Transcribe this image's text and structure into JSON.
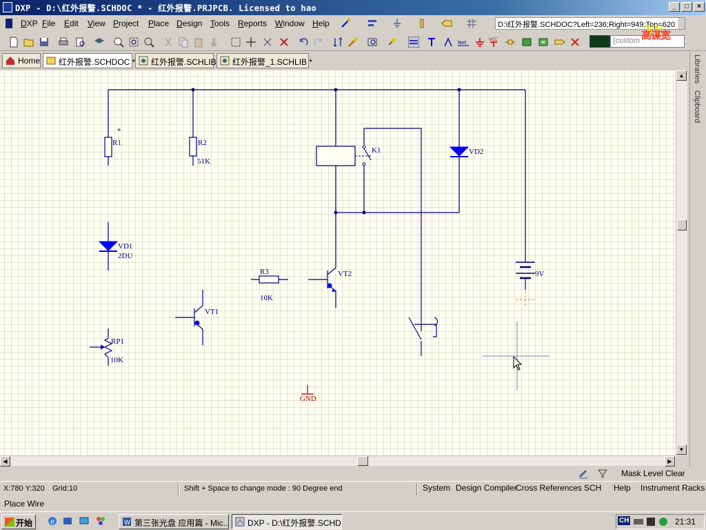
{
  "window": {
    "title": "DXP - D:\\红外报警.SCHDOC * - 红外报警.PRJPCB. Licensed to hao",
    "minimize": "_",
    "maximize": "□",
    "close": "×"
  },
  "menu": {
    "items": [
      "DXP",
      "File",
      "Edit",
      "View",
      "Project",
      "Place",
      "Design",
      "Tools",
      "Reports",
      "Window",
      "Help"
    ]
  },
  "address_bar": {
    "value": "D:\\红外报警.SCHDOC?Left=236;Right=949;Top=620"
  },
  "toolbar": {
    "custom_field": "(custom",
    "logo_text": "高谋宽"
  },
  "tabs": [
    {
      "label": "Home",
      "active": false
    },
    {
      "label": "红外报警.SCHDOC *",
      "active": true
    },
    {
      "label": "红外报警.SCHLIB",
      "active": false
    },
    {
      "label": "红外报警_1.SCHLIB *",
      "active": false
    }
  ],
  "side_panel": {
    "tabs": [
      "Libraries",
      "Clipboard"
    ]
  },
  "schematic": {
    "components": {
      "r1": {
        "designator": "R1",
        "mark": "*"
      },
      "r2": {
        "designator": "R2",
        "value": "51K"
      },
      "k1": {
        "designator": "K1"
      },
      "vd2": {
        "designator": "VD2"
      },
      "vd1": {
        "designator": "VD1",
        "value": "2DU"
      },
      "r3": {
        "designator": "R3",
        "value": "10K"
      },
      "vt2": {
        "designator": "VT2"
      },
      "vt1": {
        "designator": "VT1"
      },
      "battery": {
        "value": "9V"
      },
      "rp1": {
        "designator": "RP1",
        "value": "10K"
      },
      "gnd": {
        "label": "GND"
      }
    },
    "colors": {
      "wire": "#000080",
      "part": "#0000ff",
      "label": "#000080",
      "power": "#b00000",
      "canvas": "#fffff2"
    }
  },
  "panel_bar": {
    "mask_level": "Mask Level",
    "clear": "Clear"
  },
  "status": {
    "coordinates": "X:780 Y:320",
    "grid": "Grid:10",
    "hint": "Shift + Space to change mode : 90 Degree end",
    "mode": "Place Wire"
  },
  "nav_buttons": [
    "System",
    "Design Compiler",
    "Cross References",
    "SCH",
    "Help",
    "Instrument Racks"
  ],
  "taskbar": {
    "start": "开始",
    "tasks": [
      {
        "label": "第三张光盘 应用篇 - Mic...",
        "active": false
      },
      {
        "label": "DXP - D:\\红外报警.SCHD...",
        "active": true
      }
    ],
    "lang": "CH",
    "clock": "21:31"
  }
}
